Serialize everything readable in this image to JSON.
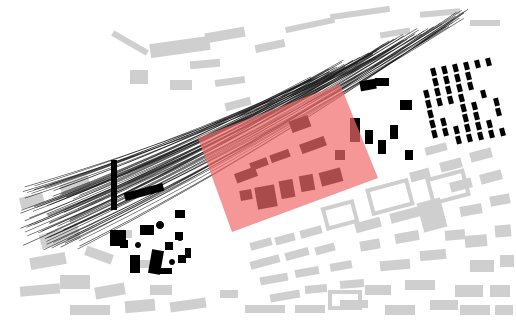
{
  "map": {
    "colors": {
      "background": "#ffffff",
      "context_buildings": "#cfcfcf",
      "rail_tracks": "#1a1a1a",
      "site_buildings": "#000000",
      "highlight_area": "#f26b6b"
    },
    "highlight_opacity": 0.7,
    "layers": [
      "context-buildings",
      "rail-tracks",
      "site-buildings",
      "highlight-area"
    ]
  }
}
